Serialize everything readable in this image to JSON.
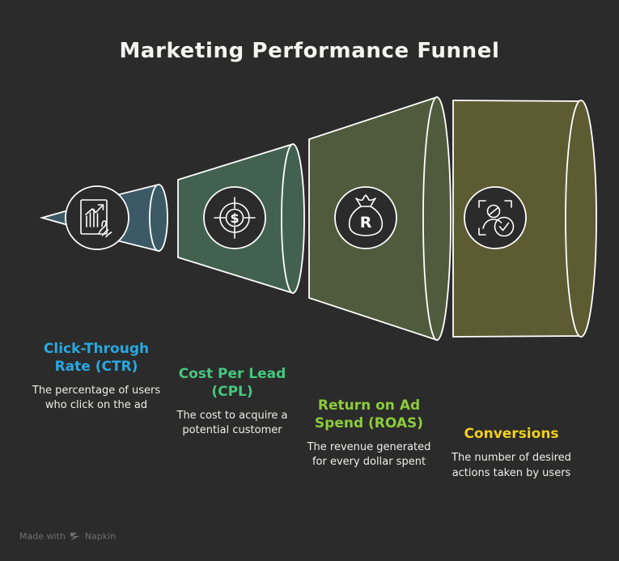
{
  "page": {
    "title": "Marketing Performance Funnel",
    "background_color": "#2b2b2b",
    "title_color": "#f4f4f2"
  },
  "chart_data": {
    "type": "funnel",
    "title": "Marketing Performance Funnel",
    "orientation": "horizontal-left-to-right-expanding",
    "stage_count": 4,
    "stages": [
      {
        "index": 1,
        "label": "Click-Through Rate (CTR)",
        "description": "The percentage of users who click on the ad",
        "color": "#3c5a66",
        "label_color": "#29a8e0",
        "icon": "chart-growth-hand-icon"
      },
      {
        "index": 2,
        "label": "Cost Per Lead (CPL)",
        "description": "The cost to acquire a potential customer",
        "color": "#436150",
        "label_color": "#45c87e",
        "icon": "target-dollar-icon"
      },
      {
        "index": 3,
        "label": "Return on Ad Spend (ROAS)",
        "description": "The revenue generated for every dollar spent",
        "color": "#505b3d",
        "label_color": "#8ccb3c",
        "icon": "money-bag-icon"
      },
      {
        "index": 4,
        "label": "Conversions",
        "description": "The number of desired actions taken by users",
        "color": "#5d5b32",
        "label_color": "#f2cf1d",
        "icon": "user-verified-icon"
      }
    ]
  },
  "footer": {
    "made_with": "Made with",
    "brand": "Napkin",
    "logo_icon": "napkin-chevron-logo"
  }
}
